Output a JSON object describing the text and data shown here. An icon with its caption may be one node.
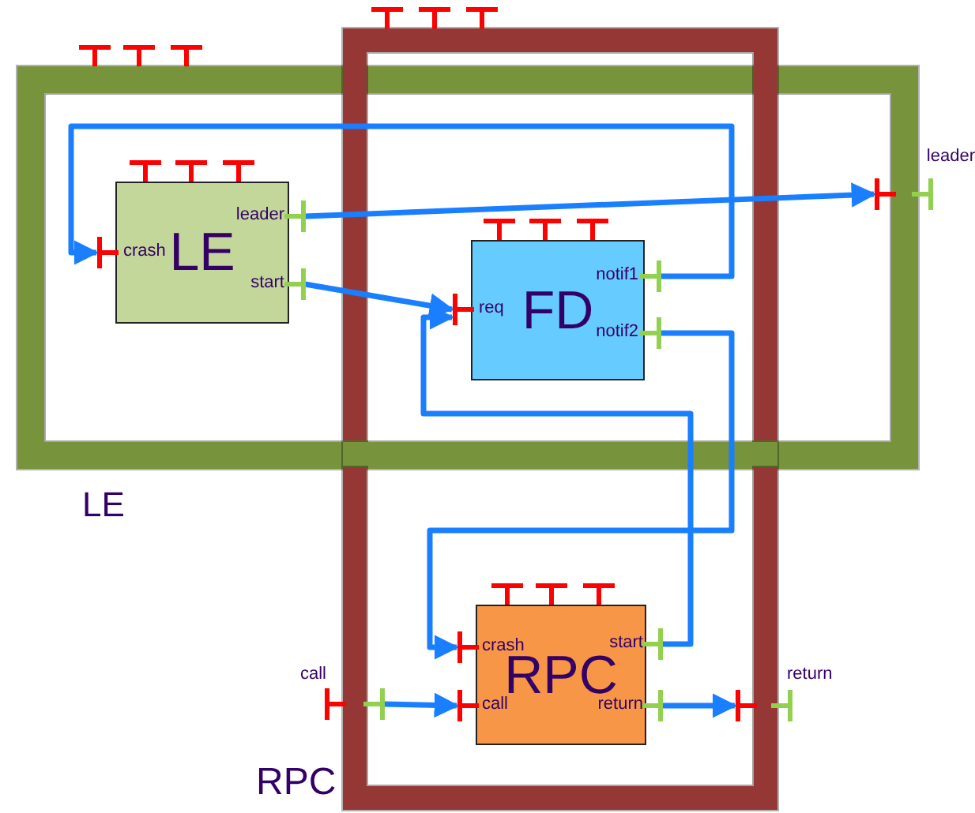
{
  "diagram": {
    "nodes": [
      {
        "text": [
          "LE"
        ]
      },
      {
        "text": [
          "RPC"
        ]
      },
      {
        "text": [
          "LE"
        ],
        "in": 0
      },
      {
        "text": [
          "FD"
        ]
      },
      {
        "text": [
          "RPC"
        ],
        "in": 1
      },
      {
        "text": [
          "crash"
        ],
        "in": 0
      },
      {
        "text": [
          "leader"
        ],
        "in": 0
      },
      {
        "text": [
          "start"
        ],
        "in": 0
      },
      {
        "text": [
          "req"
        ]
      },
      {
        "text": [
          "notif1"
        ]
      },
      {
        "text": [
          "notif2"
        ]
      },
      {
        "text": [
          "crash"
        ],
        "in": 1
      },
      {
        "text": [
          "call"
        ],
        "in": 1
      },
      {
        "text": [
          "start"
        ],
        "in": 1
      },
      {
        "text": [
          "return"
        ],
        "in": 1
      },
      {
        "text": [],
        "shape": "bar",
        "in": 0
      },
      {
        "text": [
          "leader"
        ]
      },
      {
        "text": [
          "call"
        ]
      },
      {
        "text": [],
        "shape": "bar",
        "in": 1
      },
      {
        "text": [],
        "shape": "bar",
        "in": 1
      },
      {
        "text": [
          "return"
        ]
      }
    ],
    "edges": [
      {
        "from": 6,
        "to": 15,
        "arrow": "to"
      },
      {
        "from": 7,
        "to": 8,
        "arrow": "to"
      },
      {
        "from": 9,
        "to": 5,
        "arrow": "to"
      },
      {
        "from": 10,
        "to": 11,
        "arrow": "to"
      },
      {
        "from": 13,
        "to": 8,
        "arrow": "to"
      },
      {
        "from": 18,
        "to": 12,
        "arrow": "to"
      },
      {
        "from": 14,
        "to": 19,
        "arrow": "to"
      }
    ]
  }
}
